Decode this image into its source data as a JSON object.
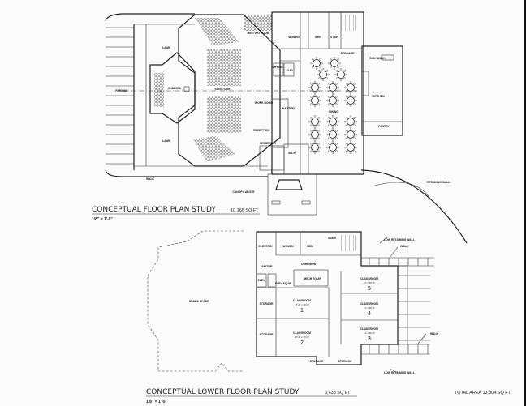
{
  "upper_plan": {
    "title": "CONCEPTUAL FLOOR PLAN STUDY",
    "area": "10,166 SQ FT",
    "scale": "1/8\" = 1'-0\"",
    "rooms": {
      "lawn_top": "LAWN",
      "lawn_bottom": "LAWN",
      "parking": "PARKING",
      "chancel": "CHANCEL",
      "sanctuary": "SANCTUARY",
      "meeting_room": "MEETING ROOM",
      "women": "WOMEN",
      "men": "MEN",
      "stair": "STAIR",
      "storage": "STORAGE",
      "dish_wash": "DISH WASH",
      "kitchen": "KITCHEN",
      "pantry": "PANTRY",
      "narthex": "NARTHEX",
      "dining": "DINING",
      "work_room": "WORK ROOM",
      "reception": "RECEPTION",
      "secretary": "SECRETARY",
      "bath": "BATH",
      "elev": "ELEV",
      "crying": "CRYING",
      "walk": "WALK",
      "canopy": "CANOPY ABOVE",
      "retaining_wall": "RETAINING WALL"
    },
    "table_count": 19
  },
  "lower_plan": {
    "title": "CONCEPTUAL LOWER FLOOR PLAN STUDY",
    "area": "3,638 SQ FT",
    "scale": "1/8\" = 1'-0\"",
    "rooms": {
      "crawl_space": "CRAWL SPACE",
      "electric": "ELECTRIC",
      "women": "WOMEN",
      "men": "MEN",
      "stair": "STAIR",
      "corridor": "CORRIDOR",
      "mech": "MECH EQUIP",
      "janitor": "JANITOR",
      "elev": "ELEV",
      "elev_equip": "ELEV EQUIP",
      "storage": "STORAGE",
      "classroom": "CLASSROOM",
      "walk": "WALK",
      "low_wall": "LOW RETAINING WALL"
    },
    "classrooms": [
      {
        "number": "1",
        "size": "17'-6\" x 30'-0\""
      },
      {
        "number": "2",
        "size": "18'-6\" x 30'-0\""
      },
      {
        "number": "3",
        "size": "11' x 30'-0\""
      },
      {
        "number": "4",
        "size": "11' x 30'-0\""
      },
      {
        "number": "5",
        "size": "11' x 30'-0\""
      }
    ]
  },
  "total_area": "TOTAL AREA 13,804 SQ FT"
}
